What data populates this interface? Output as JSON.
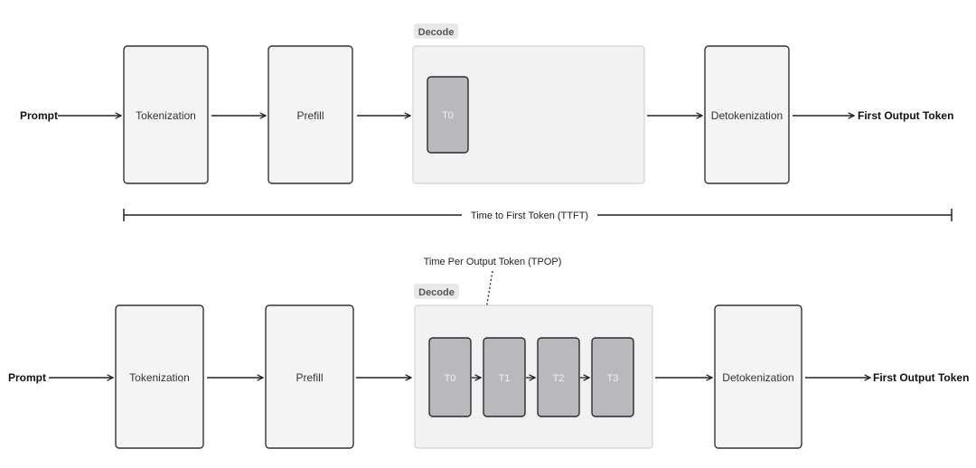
{
  "top": {
    "prompt": "Prompt",
    "tokenization": "Tokenization",
    "prefill": "Prefill",
    "decode_tag": "Decode",
    "tokens": [
      "T0"
    ],
    "detokenization": "Detokenization",
    "output": "First Output Token"
  },
  "ttft_label": "Time to First Token (TTFT)",
  "tpop_label": "Time Per Output Token (TPOP)",
  "bottom": {
    "prompt": "Prompt",
    "tokenization": "Tokenization",
    "prefill": "Prefill",
    "decode_tag": "Decode",
    "tokens": [
      "T0",
      "T1",
      "T2",
      "T3"
    ],
    "detokenization": "Detokenization",
    "output": "First Output Token"
  },
  "colors": {
    "box_fill": "#f4f4f4",
    "box_stroke": "#333333",
    "decode_fill": "#f2f2f3",
    "decode_stroke": "#d2d2d4",
    "token_fill": "#b9b9bd",
    "token_stroke": "#2b2b2b",
    "tag_fill": "#e8e8ea",
    "line": "#222222"
  }
}
